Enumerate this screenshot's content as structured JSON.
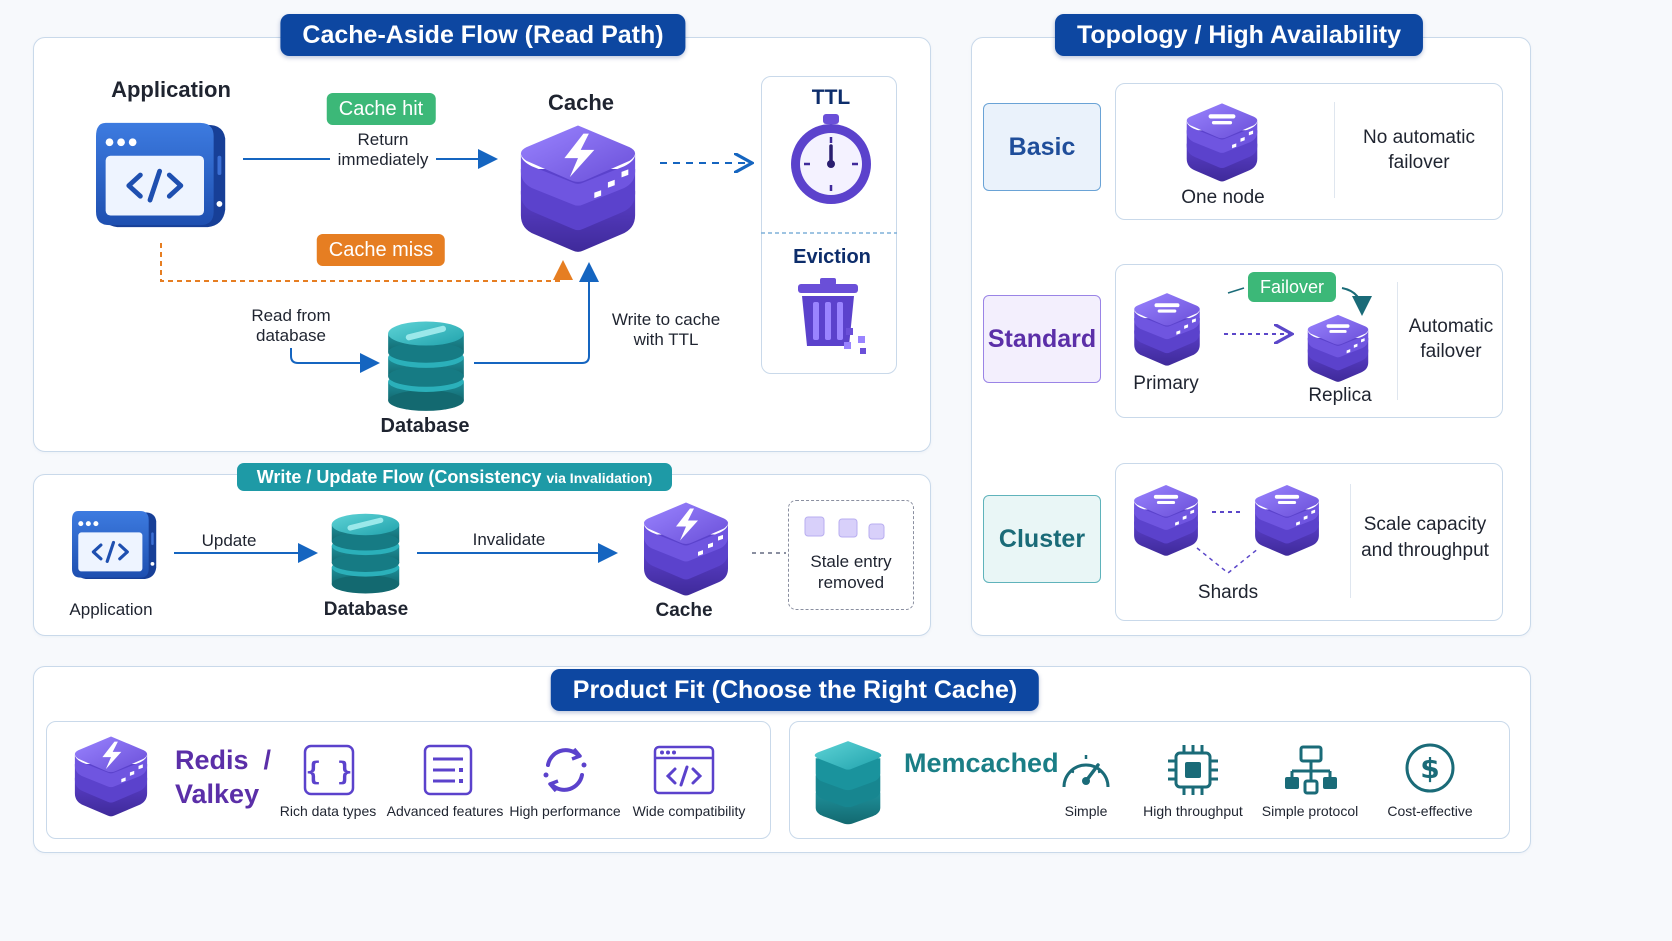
{
  "read_flow": {
    "title": "Cache-Aside Flow (Read Path)",
    "application_label": "Application",
    "cache_label": "Cache",
    "database_label": "Database",
    "cache_hit_tag": "Cache hit",
    "return_line1": "Return",
    "return_line2": "immediately",
    "cache_miss_tag": "Cache miss",
    "read_db_line1": "Read from",
    "read_db_line2": "database",
    "write_line1": "Write to cache",
    "write_line2": "with TTL",
    "ttl_label": "TTL",
    "eviction_label": "Eviction"
  },
  "write_flow": {
    "title_main": "Write / Update Flow (Consistency",
    "title_small": "via Invalidation)",
    "application_label": "Application",
    "update_label": "Update",
    "database_label": "Database",
    "invalidate_label": "Invalidate",
    "cache_label": "Cache",
    "stale_line1": "Stale entry",
    "stale_line2": "removed"
  },
  "topology": {
    "title": "Topology / High Availability",
    "tiers": [
      {
        "name": "Basic",
        "color": "#1f4e9a"
      },
      {
        "name": "Standard",
        "color": "#5b2fa8"
      },
      {
        "name": "Cluster",
        "color": "#1a6b78"
      }
    ],
    "basic": {
      "node_label": "One node",
      "desc_line1": "No automatic",
      "desc_line2": "failover"
    },
    "standard": {
      "failover_tag": "Failover",
      "primary_label": "Primary",
      "replica_label": "Replica",
      "desc_line1": "Automatic",
      "desc_line2": "failover"
    },
    "cluster": {
      "shards_label": "Shards",
      "desc_line1": "Scale capacity",
      "desc_line2": "and throughput"
    }
  },
  "product_fit": {
    "title": "Product Fit  (Choose the Right Cache)",
    "redis": {
      "name_line1": "Redis  /",
      "name_line2": "Valkey",
      "features": [
        {
          "label": "Rich data types",
          "icon": "braces-icon"
        },
        {
          "label": "Advanced features",
          "icon": "list-document-icon"
        },
        {
          "label": "High performance",
          "icon": "refresh-cycle-icon"
        },
        {
          "label": "Wide compatibility",
          "icon": "code-window-icon"
        }
      ]
    },
    "memcached": {
      "name": "Memcached",
      "features": [
        {
          "label": "Simple",
          "icon": "gauge-icon"
        },
        {
          "label": "High throughput",
          "icon": "chip-icon"
        },
        {
          "label": "Simple protocol",
          "icon": "network-icon"
        },
        {
          "label": "Cost-effective",
          "icon": "dollar-icon"
        }
      ]
    }
  },
  "colors": {
    "navy": "#0d47a1",
    "teal": "#1e9aa6",
    "purple": "#6a4fd8",
    "green_tag": "#3cb878",
    "orange_tag": "#e67e22",
    "arrow_blue": "#1565c0"
  }
}
